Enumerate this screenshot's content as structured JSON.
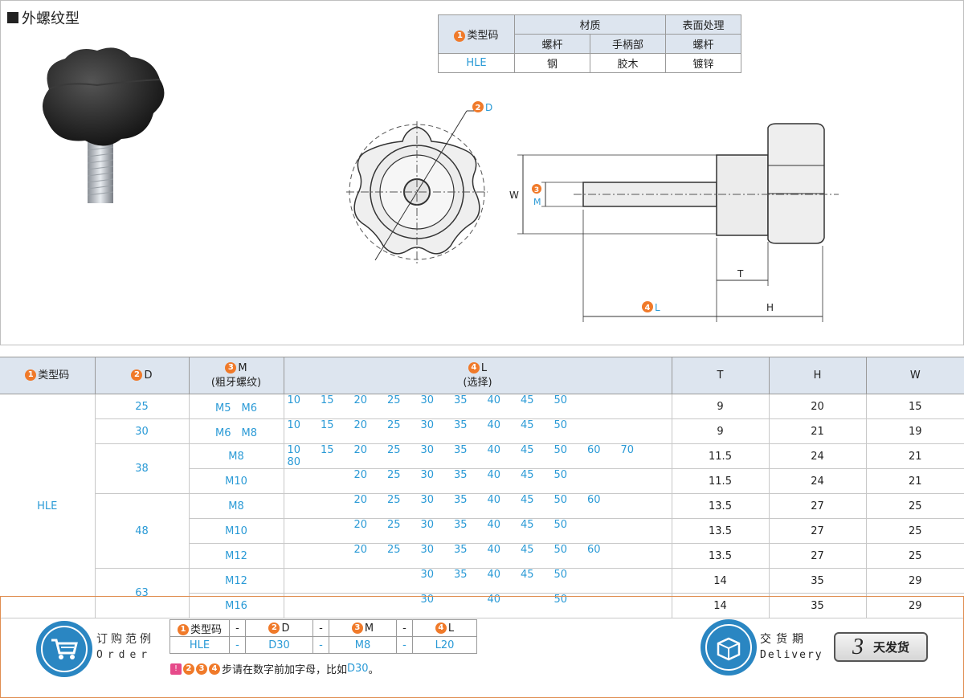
{
  "title": "外螺纹型",
  "materials": {
    "type_code_label": "类型码",
    "material_header": "材质",
    "surface_header": "表面处理",
    "sub": [
      "螺杆",
      "手柄部",
      "螺杆"
    ],
    "row": {
      "code": "HLE",
      "screw": "钢",
      "handle": "胶木",
      "surface": "镀锌"
    }
  },
  "drawing": {
    "D": "D",
    "M": "M",
    "L": "L",
    "W": "W",
    "T": "T",
    "H": "H",
    "badges": [
      "1",
      "2",
      "3",
      "4"
    ]
  },
  "spec": {
    "headers": {
      "code": "类型码",
      "d": "D",
      "m": "M",
      "m_sub": "(粗牙螺纹)",
      "l": "L",
      "l_sub": "(选择)",
      "t": "T",
      "h": "H",
      "w": "W"
    },
    "type_code": "HLE",
    "groups": [
      {
        "d": "25",
        "rows": [
          {
            "m": "M5　M6",
            "l": [
              "10",
              "15",
              "20",
              "25",
              "30",
              "35",
              "40",
              "45",
              "50",
              "",
              "",
              ""
            ],
            "t": "9",
            "h": "20",
            "w": "15"
          }
        ]
      },
      {
        "d": "30",
        "rows": [
          {
            "m": "M6　M8",
            "l": [
              "10",
              "15",
              "20",
              "25",
              "30",
              "35",
              "40",
              "45",
              "50",
              "",
              "",
              ""
            ],
            "t": "9",
            "h": "21",
            "w": "19"
          }
        ]
      },
      {
        "d": "38",
        "rows": [
          {
            "m": "M8",
            "l": [
              "10",
              "15",
              "20",
              "25",
              "30",
              "35",
              "40",
              "45",
              "50",
              "60",
              "70",
              "80"
            ],
            "t": "11.5",
            "h": "24",
            "w": "21"
          },
          {
            "m": "M10",
            "l": [
              "",
              "",
              "20",
              "25",
              "30",
              "35",
              "40",
              "45",
              "50",
              "",
              "",
              ""
            ],
            "t": "11.5",
            "h": "24",
            "w": "21"
          }
        ]
      },
      {
        "d": "48",
        "rows": [
          {
            "m": "M8",
            "l": [
              "",
              "",
              "20",
              "25",
              "30",
              "35",
              "40",
              "45",
              "50",
              "60",
              "",
              ""
            ],
            "t": "13.5",
            "h": "27",
            "w": "25"
          },
          {
            "m": "M10",
            "l": [
              "",
              "",
              "20",
              "25",
              "30",
              "35",
              "40",
              "45",
              "50",
              "",
              "",
              ""
            ],
            "t": "13.5",
            "h": "27",
            "w": "25"
          },
          {
            "m": "M12",
            "l": [
              "",
              "",
              "20",
              "25",
              "30",
              "35",
              "40",
              "45",
              "50",
              "60",
              "",
              ""
            ],
            "t": "13.5",
            "h": "27",
            "w": "25"
          }
        ]
      },
      {
        "d": "63",
        "rows": [
          {
            "m": "M12",
            "l": [
              "",
              "",
              "",
              "",
              "30",
              "35",
              "40",
              "45",
              "50",
              "",
              "",
              ""
            ],
            "t": "14",
            "h": "35",
            "w": "29"
          },
          {
            "m": "M16",
            "l": [
              "",
              "",
              "",
              "",
              "30",
              "",
              "40",
              "",
              "50",
              "",
              "",
              ""
            ],
            "t": "14",
            "h": "35",
            "w": "29"
          }
        ]
      }
    ]
  },
  "order": {
    "label_cn": "订购范例",
    "label_en": "Order",
    "headers": [
      "类型码",
      "-",
      "D",
      "-",
      "M",
      "-",
      "L"
    ],
    "values": [
      "HLE",
      "-",
      "D30",
      "-",
      "M8",
      "-",
      "L20"
    ],
    "note_badge": "!",
    "note": "步请在数字前加字母，比如",
    "note_example": "D30",
    "note_end": "。"
  },
  "delivery": {
    "label_cn": "交货期",
    "label_en": "Delivery",
    "days": "3",
    "days_label": "天发货"
  },
  "colors": {
    "accent_orange": "#f07a2a",
    "accent_blue": "#2a9ad6",
    "header_bg": "#dde5ef",
    "icon_blue": "#2a86c2"
  }
}
